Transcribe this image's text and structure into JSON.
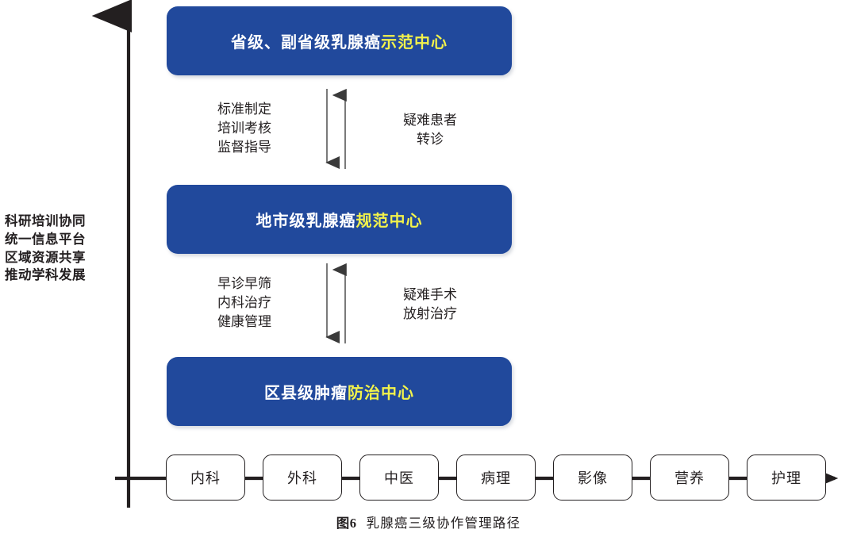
{
  "figure": {
    "caption_number": "图6",
    "caption_text": "乳腺癌三级协作管理路径",
    "colors": {
      "box_blue": "#21499c",
      "highlight_yellow": "#f2f24b",
      "text_white": "#ffffff",
      "line_black": "#231f20"
    }
  },
  "side_label": {
    "lines": [
      "科研培训协同",
      "统一信息平台",
      "区域资源共享",
      "推动学科发展"
    ]
  },
  "levels": [
    {
      "id": "provincial",
      "text_plain": "省级、副省级乳腺癌示范中心",
      "text_white": "省级、副省级乳腺癌",
      "text_yellow": "示范中心"
    },
    {
      "id": "city",
      "text_plain": "地市级乳腺癌规范中心",
      "text_white": "地市级乳腺癌",
      "text_yellow": "规范中心"
    },
    {
      "id": "county",
      "text_plain": "区县级肿瘤防治中心",
      "text_white": "区县级肿瘤",
      "text_yellow": "防治中心"
    }
  ],
  "flows": [
    {
      "id": "provincial-to-city",
      "downward_label": "标准制定\n培训考核\n监督指导",
      "upward_label": "疑难患者\n转诊"
    },
    {
      "id": "city-to-county",
      "downward_label": "早诊早筛\n内科治疗\n健康管理",
      "upward_label": "疑难手术\n放射治疗"
    }
  ],
  "departments": [
    {
      "label": "内科"
    },
    {
      "label": "外科"
    },
    {
      "label": "中医"
    },
    {
      "label": "病理"
    },
    {
      "label": "影像"
    },
    {
      "label": "营养"
    },
    {
      "label": "护理"
    }
  ]
}
